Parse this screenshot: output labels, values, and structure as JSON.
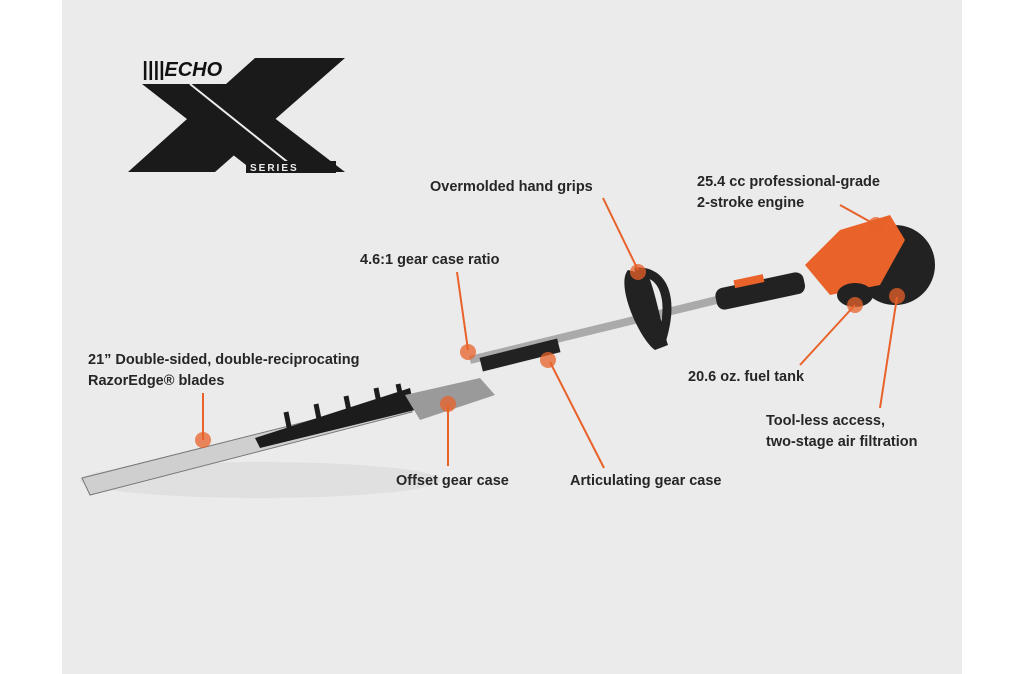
{
  "logo": {
    "brand": "ECHO",
    "product": "X",
    "subtitle": "SERIES"
  },
  "colors": {
    "accent": "#e8622a",
    "background": "#ebebeb",
    "text": "#262626"
  },
  "callouts": {
    "hand_grips": "Overmolded hand grips",
    "engine_1": "25.4 cc professional-grade",
    "engine_2": "2-stroke engine",
    "gear_ratio": "4.6:1 gear case ratio",
    "blades_1": "21” Double-sided, double-reciprocating",
    "blades_2": "RazorEdge® blades",
    "offset": "Offset gear case",
    "articulating": "Articulating gear case",
    "fuel": "20.6 oz. fuel tank",
    "filter_1": "Tool-less access,",
    "filter_2": "two-stage air filtration"
  }
}
